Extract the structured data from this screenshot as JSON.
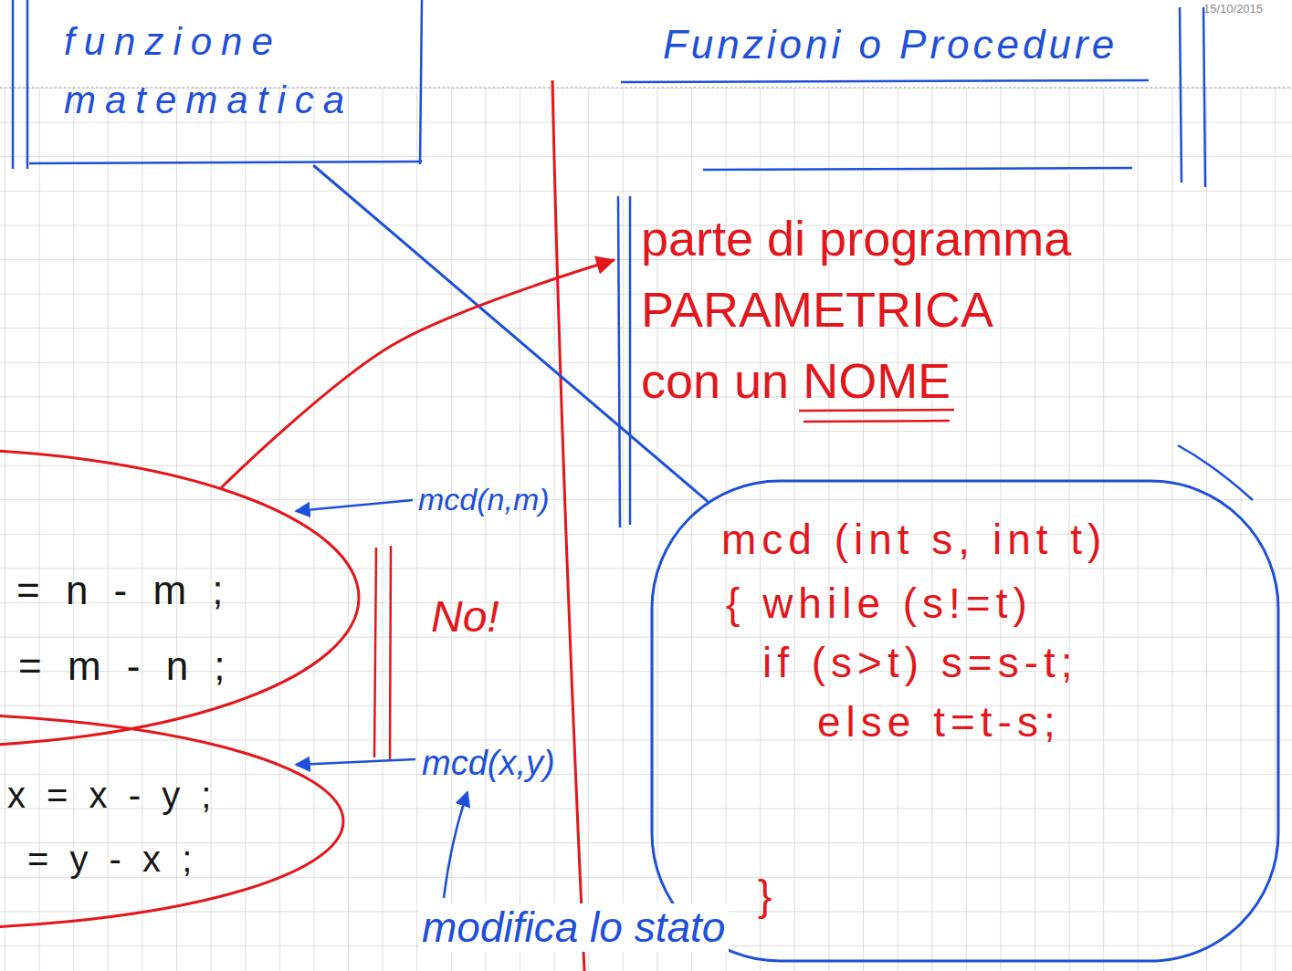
{
  "diagram": {
    "nodes": [
      {
        "text": [
          "funzione matematica"
        ]
      },
      {
        "text": [
          "Funzioni o Procedure"
        ]
      },
      {
        "text": [
          "parte di programma PARAMETRICA con un NOME"
        ]
      },
      {
        "text": [
          "= n - m ;",
          "= m - n ;"
        ]
      },
      {
        "text": [
          "x = x - y ;",
          "= y - x ;"
        ]
      },
      {
        "text": [
          "mcd (int s, int t)",
          "{ while (s!=t)",
          "if (s>t) s=s-t;",
          "else t=t-s;",
          "}"
        ]
      }
    ],
    "edges": [
      {
        "from": 0,
        "to": 5,
        "arrow": "none"
      },
      {
        "from": 3,
        "to": 2,
        "arrow": "to"
      }
    ],
    "labels": [
      "15/10/2015",
      "mcd(n,m)",
      "No!",
      "mcd(x,y)",
      "modifica lo stato"
    ]
  }
}
